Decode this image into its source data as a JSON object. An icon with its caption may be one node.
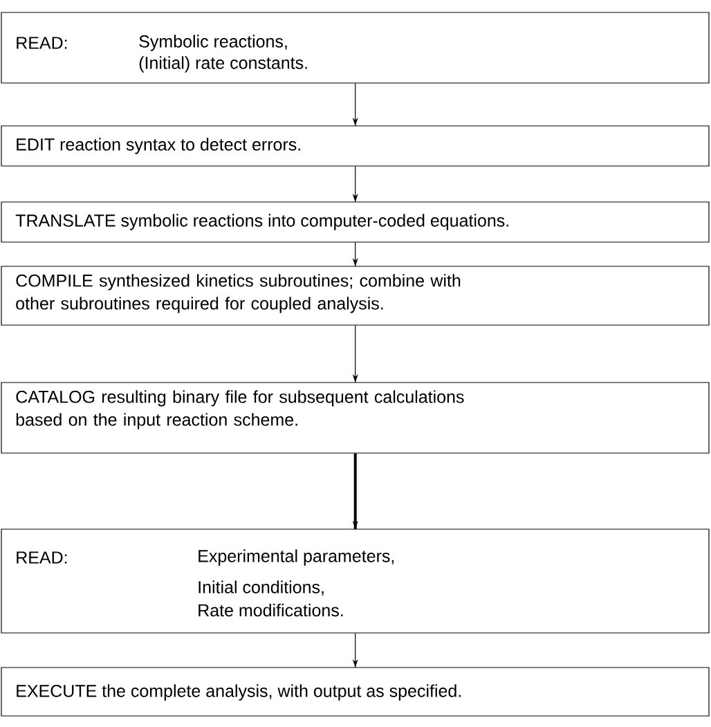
{
  "diagram": {
    "nodes": [
      {
        "text": [
          "READ:",
          "Symbolic reactions,",
          "(Initial) rate constants."
        ]
      },
      {
        "text": [
          "EDIT reaction syntax to detect errors."
        ]
      },
      {
        "text": [
          "TRANSLATE symbolic reactions into computer-coded equations."
        ]
      },
      {
        "text": [
          "COMPILE synthesized kinetics subroutines; combine with other subroutines required for coupled analysis."
        ]
      },
      {
        "text": [
          "CATALOG resulting binary file for subsequent calculations based on the input reaction scheme."
        ]
      },
      {
        "text": [
          "READ:",
          "Experimental parameters,",
          "Initial conditions,",
          "Rate modifications."
        ]
      },
      {
        "text": [
          "EXECUTE the complete analysis, with output as specified."
        ]
      }
    ],
    "edges": [
      {
        "from": 0,
        "to": 1,
        "arrow": "to"
      },
      {
        "from": 1,
        "to": 2,
        "arrow": "to"
      },
      {
        "from": 2,
        "to": 3,
        "arrow": "to"
      },
      {
        "from": 3,
        "to": 4,
        "arrow": "to"
      },
      {
        "from": 4,
        "to": 5,
        "arrow": "to",
        "style": "thick"
      },
      {
        "from": 5,
        "to": 6,
        "arrow": "to"
      }
    ]
  }
}
